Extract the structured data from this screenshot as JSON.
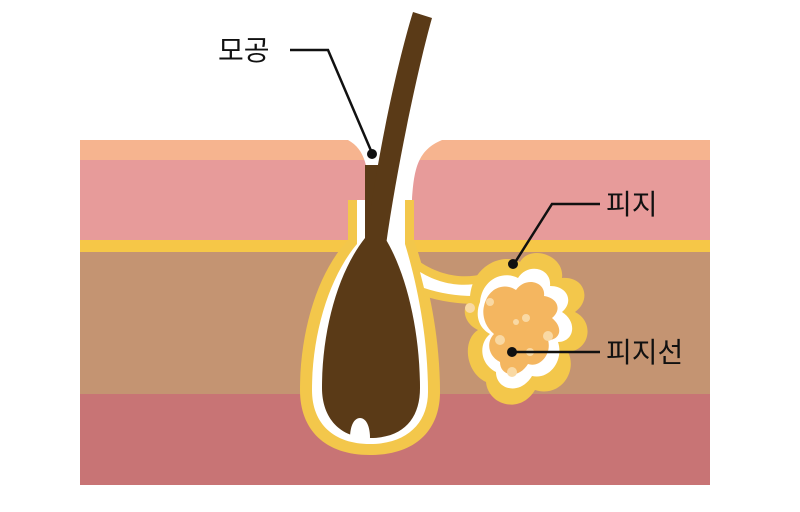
{
  "diagram": {
    "labels": {
      "pore": "모공",
      "sebum": "피지",
      "sebaceous_gland": "피지선"
    },
    "colors": {
      "background": "#ffffff",
      "epidermis_top": "#f6b48f",
      "epidermis": "#e79b9a",
      "boundary_line": "#f6c747",
      "dermis": "#c49472",
      "subcutis": "#c87475",
      "hair": "#5a3a17",
      "follicle_outline": "#f3c74b",
      "sebum": "#f4b660",
      "gland_bubble": "#f9d9a4",
      "leader_line": "#111111"
    }
  }
}
